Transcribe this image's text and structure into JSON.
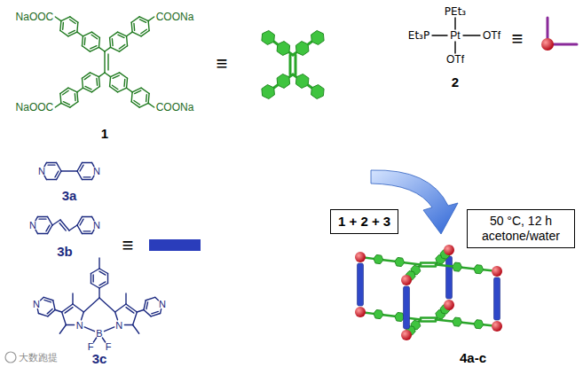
{
  "diagram": {
    "nodes": [
      {
        "text": [
          "1 + 2 + 3"
        ]
      },
      {
        "text": [
          "50 °C, 12 h acetone/water"
        ]
      }
    ],
    "labels": [
      "NaOOC",
      "COONa",
      "NaOOC",
      "COONa",
      "1",
      "≡",
      "PEt₃",
      "Et₃P",
      "Pt",
      "OTf",
      "OTf",
      "2",
      "≡",
      "N",
      "N",
      "3a",
      "N",
      "N",
      "3b",
      "≡",
      "N",
      "N",
      "N",
      "N",
      "B",
      "F",
      "F",
      "3c",
      "4a-c",
      "大数跑提"
    ]
  }
}
